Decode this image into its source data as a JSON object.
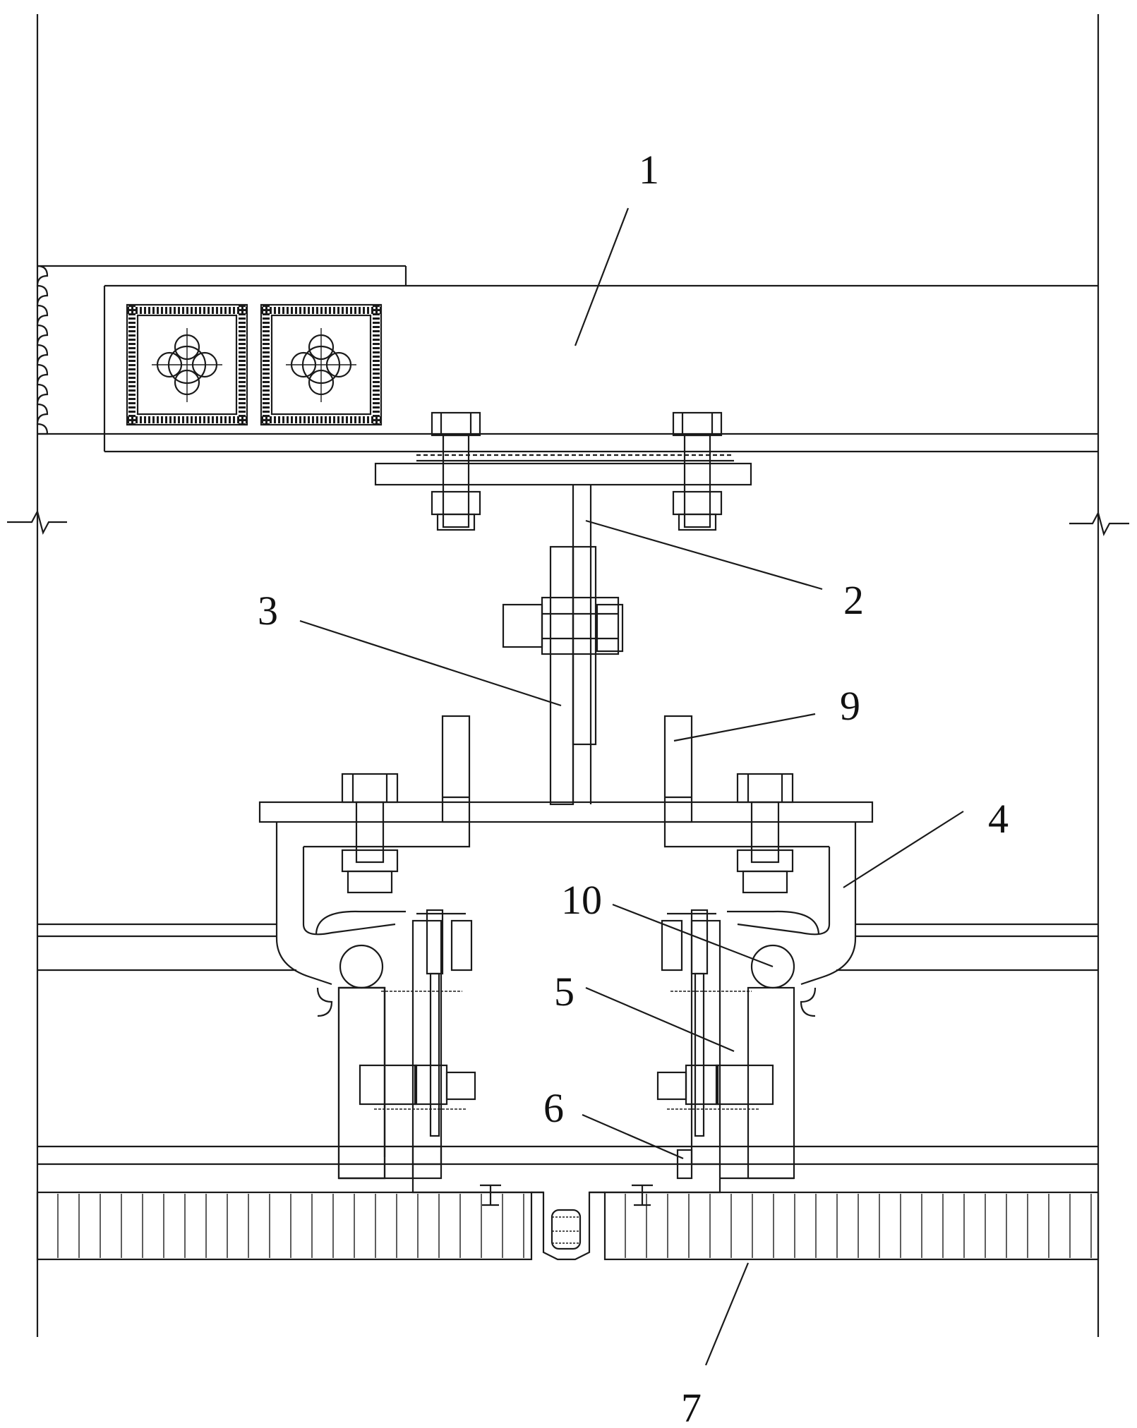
{
  "labels": {
    "l1": "1",
    "l2": "2",
    "l3": "3",
    "l4": "4",
    "l5": "5",
    "l6": "6",
    "l7": "7",
    "l9": "9",
    "l10": "10"
  }
}
